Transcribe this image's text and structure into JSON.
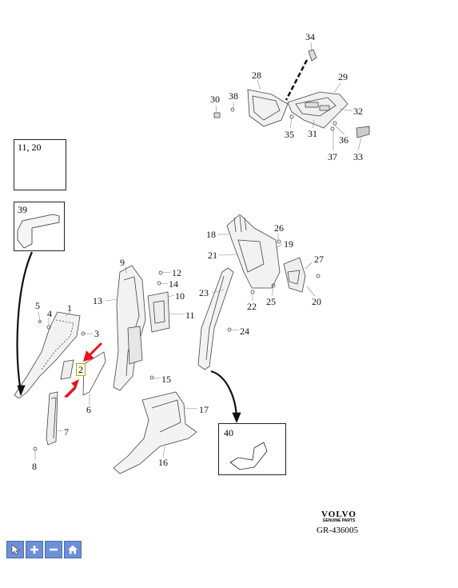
{
  "callouts": [
    "1",
    "2",
    "3",
    "4",
    "5",
    "6",
    "7",
    "8",
    "9",
    "10",
    "11",
    "12",
    "13",
    "14",
    "15",
    "16",
    "17",
    "18",
    "19",
    "20",
    "21",
    "22",
    "23",
    "24",
    "25",
    "26",
    "27",
    "28",
    "29",
    "30",
    "31",
    "32",
    "33",
    "34",
    "35",
    "36",
    "37",
    "38",
    "39",
    "40"
  ],
  "boxes": {
    "spring_label": "11, 20",
    "handle_label": "39",
    "mat_label": "40"
  },
  "highlight_label": "2",
  "logo": {
    "brand": "VOLVO",
    "subtitle": "GENUINE PARTS"
  },
  "reference": "GR-436005",
  "toolbar": {
    "buttons": [
      {
        "name": "pointer-tool-button",
        "icon": "cursor-icon"
      },
      {
        "name": "zoom-in-button",
        "icon": "plus-icon"
      },
      {
        "name": "zoom-out-button",
        "icon": "minus-icon"
      },
      {
        "name": "home-button",
        "icon": "home-icon"
      }
    ]
  },
  "colors": {
    "arrow_red": "#e8141a",
    "toolbar_blue": "#6d8fd6",
    "highlight_border": "#c8a000"
  }
}
